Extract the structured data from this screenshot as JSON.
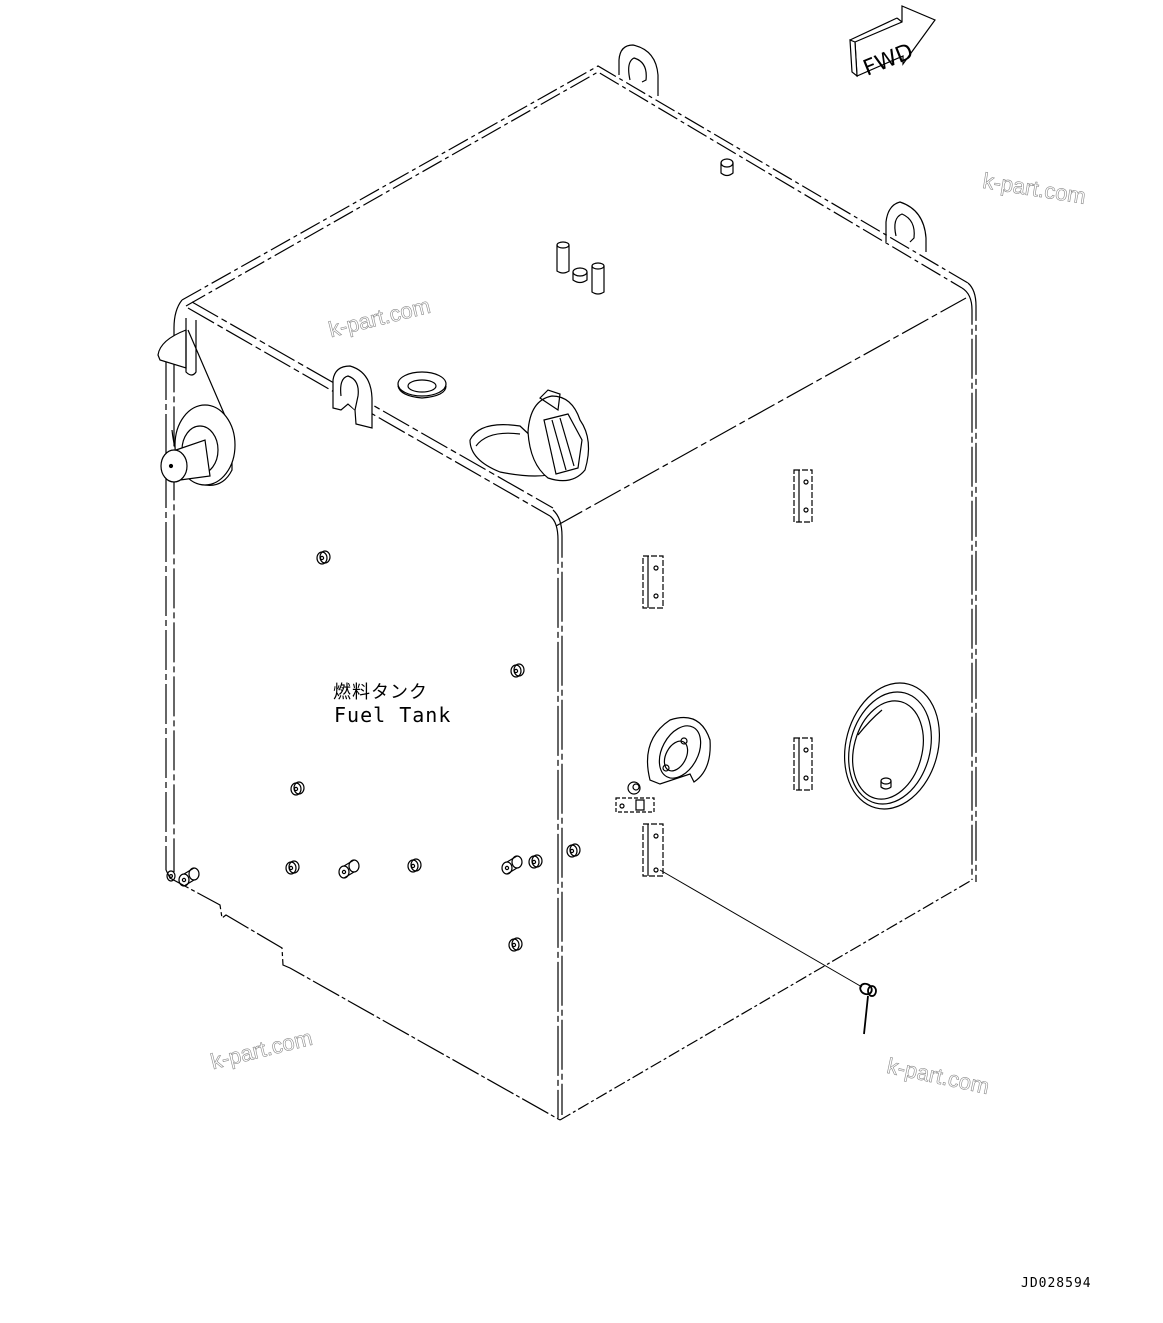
{
  "diagram": {
    "title_jp": "燃料タンク",
    "title_en": "Fuel Tank",
    "drawing_id": "JD028594",
    "direction_arrow": {
      "label": "FWD",
      "icon": "fwd-arrow-icon"
    },
    "watermarks": [
      "k-part.com",
      "k-part.com",
      "k-part.com",
      "k-part.com"
    ],
    "colors": {
      "line": "#000000",
      "background": "#ffffff",
      "watermark": "#8a8a8a"
    },
    "components": [
      "fuel-tank-body",
      "lifting-eye-top-rear",
      "lifting-eye-top-right",
      "lifting-eye-front-left",
      "filler-cap",
      "filler-neck-ring",
      "breather-fittings",
      "mounting-bracket-left",
      "side-port-plug",
      "inspection-cover",
      "level-gauge-flange",
      "sensor-clip",
      "mounting-pads",
      "drain-cock-leader"
    ]
  }
}
